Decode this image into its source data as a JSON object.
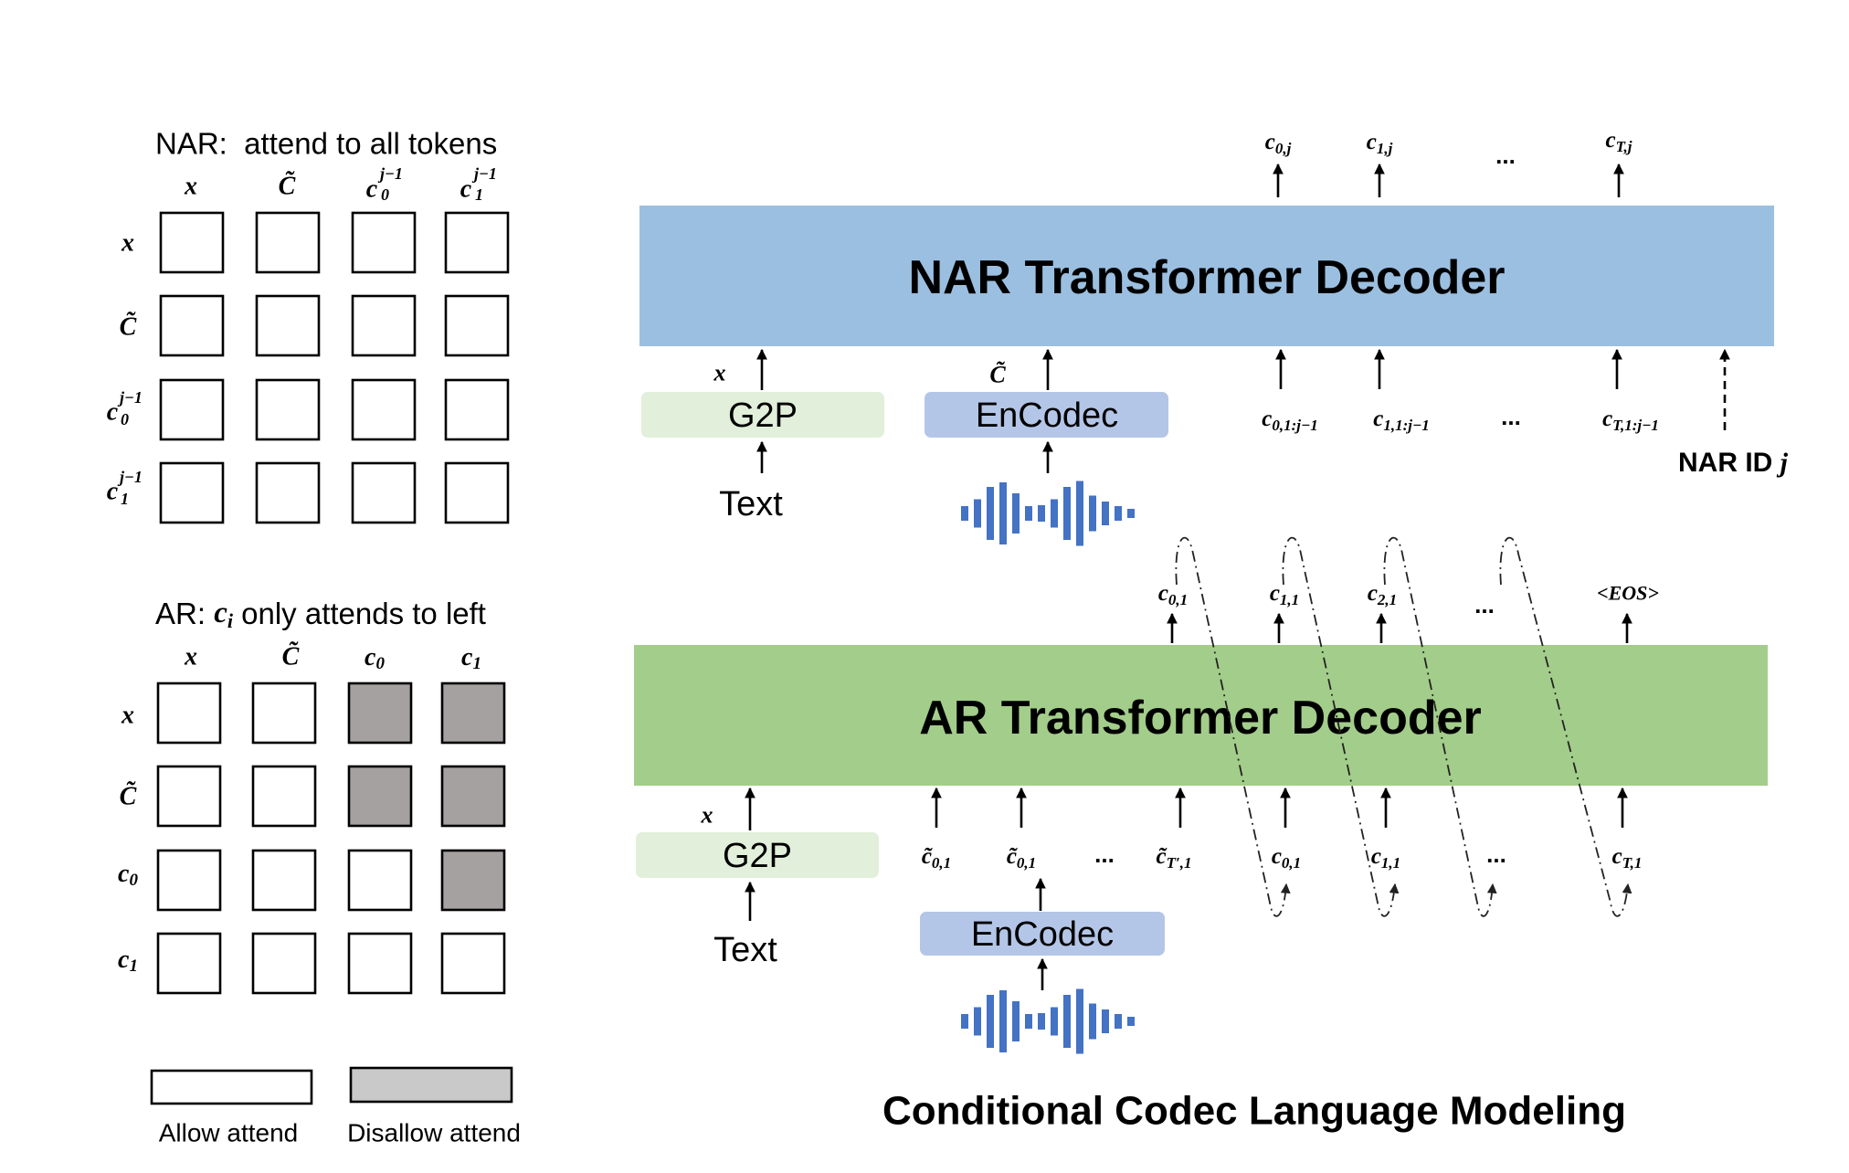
{
  "colors": {
    "nar_decoder": "#9bbfe0",
    "ar_decoder": "#a3cd8a",
    "g2p": "#e2efda",
    "encodec": "#b4c6e7",
    "allow": "#ffffff",
    "disallow": "#a6a1a1",
    "legend_disallow": "#c9c9c9",
    "waveform": "#4472c4"
  },
  "nar_mask": {
    "title": "NAR:  attend to all tokens",
    "col_headers": [
      {
        "base": "x"
      },
      {
        "base": "C̃"
      },
      {
        "base": "c",
        "sub": "0",
        "sup": "j−1"
      },
      {
        "base": "c",
        "sub": "1",
        "sup": "j−1"
      }
    ],
    "row_labels": [
      {
        "base": "x"
      },
      {
        "base": "C̃"
      },
      {
        "base": "c",
        "sub": "0",
        "sup": "j−1"
      },
      {
        "base": "c",
        "sub": "1",
        "sup": "j−1"
      }
    ],
    "cells": [
      [
        "allow",
        "allow",
        "allow",
        "allow"
      ],
      [
        "allow",
        "allow",
        "allow",
        "allow"
      ],
      [
        "allow",
        "allow",
        "allow",
        "allow"
      ],
      [
        "allow",
        "allow",
        "allow",
        "allow"
      ]
    ]
  },
  "ar_mask": {
    "title": {
      "prefix": "AR: ",
      "var_base": "c",
      "var_sub": "i",
      "suffix": " only attends to left"
    },
    "col_headers": [
      {
        "base": "x"
      },
      {
        "base": "C̃"
      },
      {
        "base": "c",
        "sub": "0"
      },
      {
        "base": "c",
        "sub": "1"
      }
    ],
    "row_labels": [
      {
        "base": "x"
      },
      {
        "base": "C̃"
      },
      {
        "base": "c",
        "sub": "0"
      },
      {
        "base": "c",
        "sub": "1"
      }
    ],
    "cells": [
      [
        "allow",
        "allow",
        "disallow",
        "disallow"
      ],
      [
        "allow",
        "allow",
        "disallow",
        "disallow"
      ],
      [
        "allow",
        "allow",
        "allow",
        "disallow"
      ],
      [
        "allow",
        "allow",
        "allow",
        "allow"
      ]
    ]
  },
  "legend": {
    "allow": "Allow attend",
    "disallow": "Disallow attend"
  },
  "nar": {
    "decoder_label": "NAR Transformer Decoder",
    "outputs": [
      {
        "base": "c",
        "sub": "0,j"
      },
      {
        "base": "c",
        "sub": "1,j"
      },
      {
        "text": "..."
      },
      {
        "base": "c",
        "sub": "T,j"
      }
    ],
    "text_input": {
      "var": "x",
      "module": "G2P",
      "source": "Text"
    },
    "audio_input": {
      "var": "C̃",
      "module": "EnCodec"
    },
    "inputs": [
      {
        "base": "c",
        "sub": "0,1:j−1"
      },
      {
        "base": "c",
        "sub": "1,1:j−1"
      },
      {
        "text": "..."
      },
      {
        "base": "c",
        "sub": "T,1:j−1"
      }
    ],
    "id_label": {
      "prefix": "NAR ID ",
      "var": "j"
    }
  },
  "ar": {
    "decoder_label": "AR Transformer Decoder",
    "outputs": [
      {
        "base": "c",
        "sub": "0,1"
      },
      {
        "base": "c",
        "sub": "1,1"
      },
      {
        "base": "c",
        "sub": "2,1"
      },
      {
        "text": "..."
      },
      {
        "text": "<EOS>"
      }
    ],
    "text_input": {
      "var": "x",
      "module": "G2P",
      "source": "Text"
    },
    "audio_input": {
      "module": "EnCodec"
    },
    "inputs": [
      {
        "base": "c̃",
        "sub": "0,1"
      },
      {
        "base": "c̃",
        "sub": "0,1"
      },
      {
        "text": "..."
      },
      {
        "base": "c̃",
        "sub": "T′,1"
      },
      {
        "base": "c",
        "sub": "0,1"
      },
      {
        "base": "c",
        "sub": "1,1"
      },
      {
        "text": "..."
      },
      {
        "base": "c",
        "sub": "T,1"
      }
    ]
  },
  "title": "Conditional Codec Language Modeling"
}
